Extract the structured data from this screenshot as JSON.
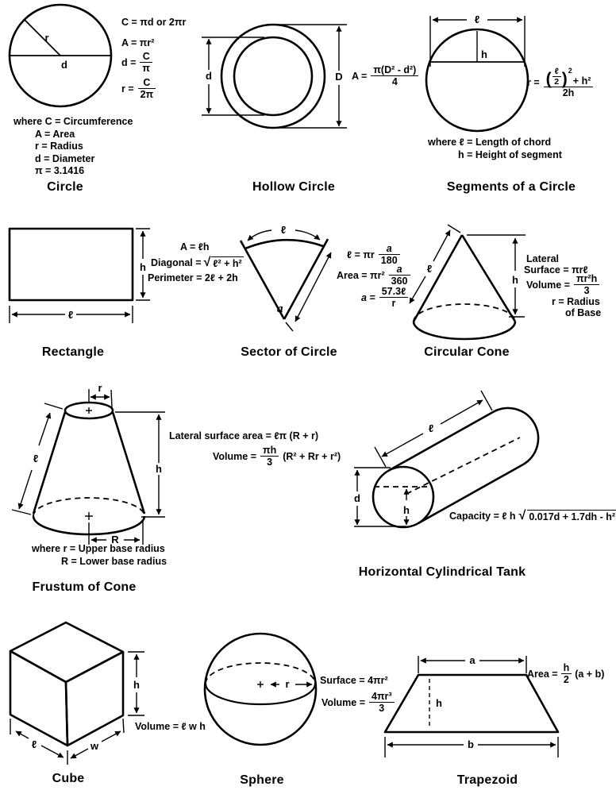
{
  "doc": {
    "titles": {
      "circle": "Circle",
      "hollow": "Hollow Circle",
      "segments": "Segments of a Circle",
      "rectangle": "Rectangle",
      "sector": "Sector of Circle",
      "cone": "Circular Cone",
      "frustum": "Frustum of Cone",
      "tank": "Horizontal Cylindrical Tank",
      "cube": "Cube",
      "sphere": "Sphere",
      "trapezoid": "Trapezoid"
    }
  },
  "circle": {
    "f1": "C = πd or 2πr",
    "f2": "A = πr²",
    "f3_lhs": "d =",
    "f3_num": "C",
    "f3_den": "π",
    "f4_lhs": "r =",
    "f4_num": "C",
    "f4_den": "2π",
    "where1": "where C = Circumference",
    "where2": "A = Area",
    "where3": "r = Radius",
    "where4": "d = Diameter",
    "where5": "π = 3.1416",
    "lbl_r": "r",
    "lbl_d": "d"
  },
  "hollow": {
    "lhs": "A =",
    "num": "π(D² - d²)",
    "den": "4",
    "lbl_d": "d",
    "lbl_D": "D"
  },
  "segments": {
    "lhs": "r =",
    "paren_open": "(",
    "nfrac_num": "ℓ",
    "nfrac_den": "2",
    "paren_close": ")",
    "sup": "2",
    "num_rest": "+ h²",
    "den": "2h",
    "where1": "where ℓ  =  Length of chord",
    "where2": "h = Height of segment",
    "lbl_l": "ℓ",
    "lbl_h": "h"
  },
  "rectangle": {
    "f1": "A =  ℓh",
    "f2_lhs": "Diagonal =",
    "f2_sqrt": "√",
    "f2_rad": "ℓ² + h²",
    "f3": "Perimeter = 2ℓ + 2h",
    "lbl_h": "h",
    "lbl_l": "ℓ"
  },
  "sector": {
    "f1_lhs": "ℓ = πr",
    "f1_num": "a",
    "f1_den": "180",
    "f2_lhs": "Area = πr²",
    "f2_num": "a",
    "f2_den": "360",
    "f3_lhs": "a =",
    "f3_num": "57.3ℓ",
    "f3_den": "r",
    "lbl_l": "ℓ",
    "lbl_a": "a"
  },
  "cone": {
    "lat1": "Lateral",
    "lat2": "Surface = πrℓ",
    "vol_lhs": "Volume =",
    "vol_num": "πr²h",
    "vol_den": "3",
    "note1": "r = Radius",
    "note2": "of Base",
    "lbl_l": "ℓ",
    "lbl_h": "h"
  },
  "frustum": {
    "f1": "Lateral surface area = ℓπ  (R + r)",
    "f2_lhs": "Volume  =",
    "f2_num": "πh",
    "f2_den": "3",
    "f2_rhs": "(R² + Rr + r²)",
    "where1": "where  r  =  Upper base radius",
    "where2": "R  =  Lower base radius",
    "lbl_r": "r",
    "lbl_l": "ℓ",
    "lbl_h": "h",
    "lbl_R": "R"
  },
  "tank": {
    "f_lhs": "Capacity = ℓ h",
    "f_sqrt": "√",
    "f_rad": "0.017d + 1.7dh - h²",
    "lbl_l": "ℓ",
    "lbl_d": "d",
    "lbl_h": "h"
  },
  "cube": {
    "f1": "Volume = ℓ w h",
    "lbl_h": "h",
    "lbl_l": "ℓ",
    "lbl_w": "w"
  },
  "sphere": {
    "f1": "Surface = 4πr²",
    "vol_lhs": "Volume =",
    "vol_num": "4πr³",
    "vol_den": "3",
    "lbl_r": "r"
  },
  "trapezoid": {
    "f_lhs": "Area  =",
    "f_num": "h",
    "f_den": "2",
    "f_rhs": "(a + b)",
    "lbl_a": "a",
    "lbl_b": "b",
    "lbl_h": "h"
  }
}
